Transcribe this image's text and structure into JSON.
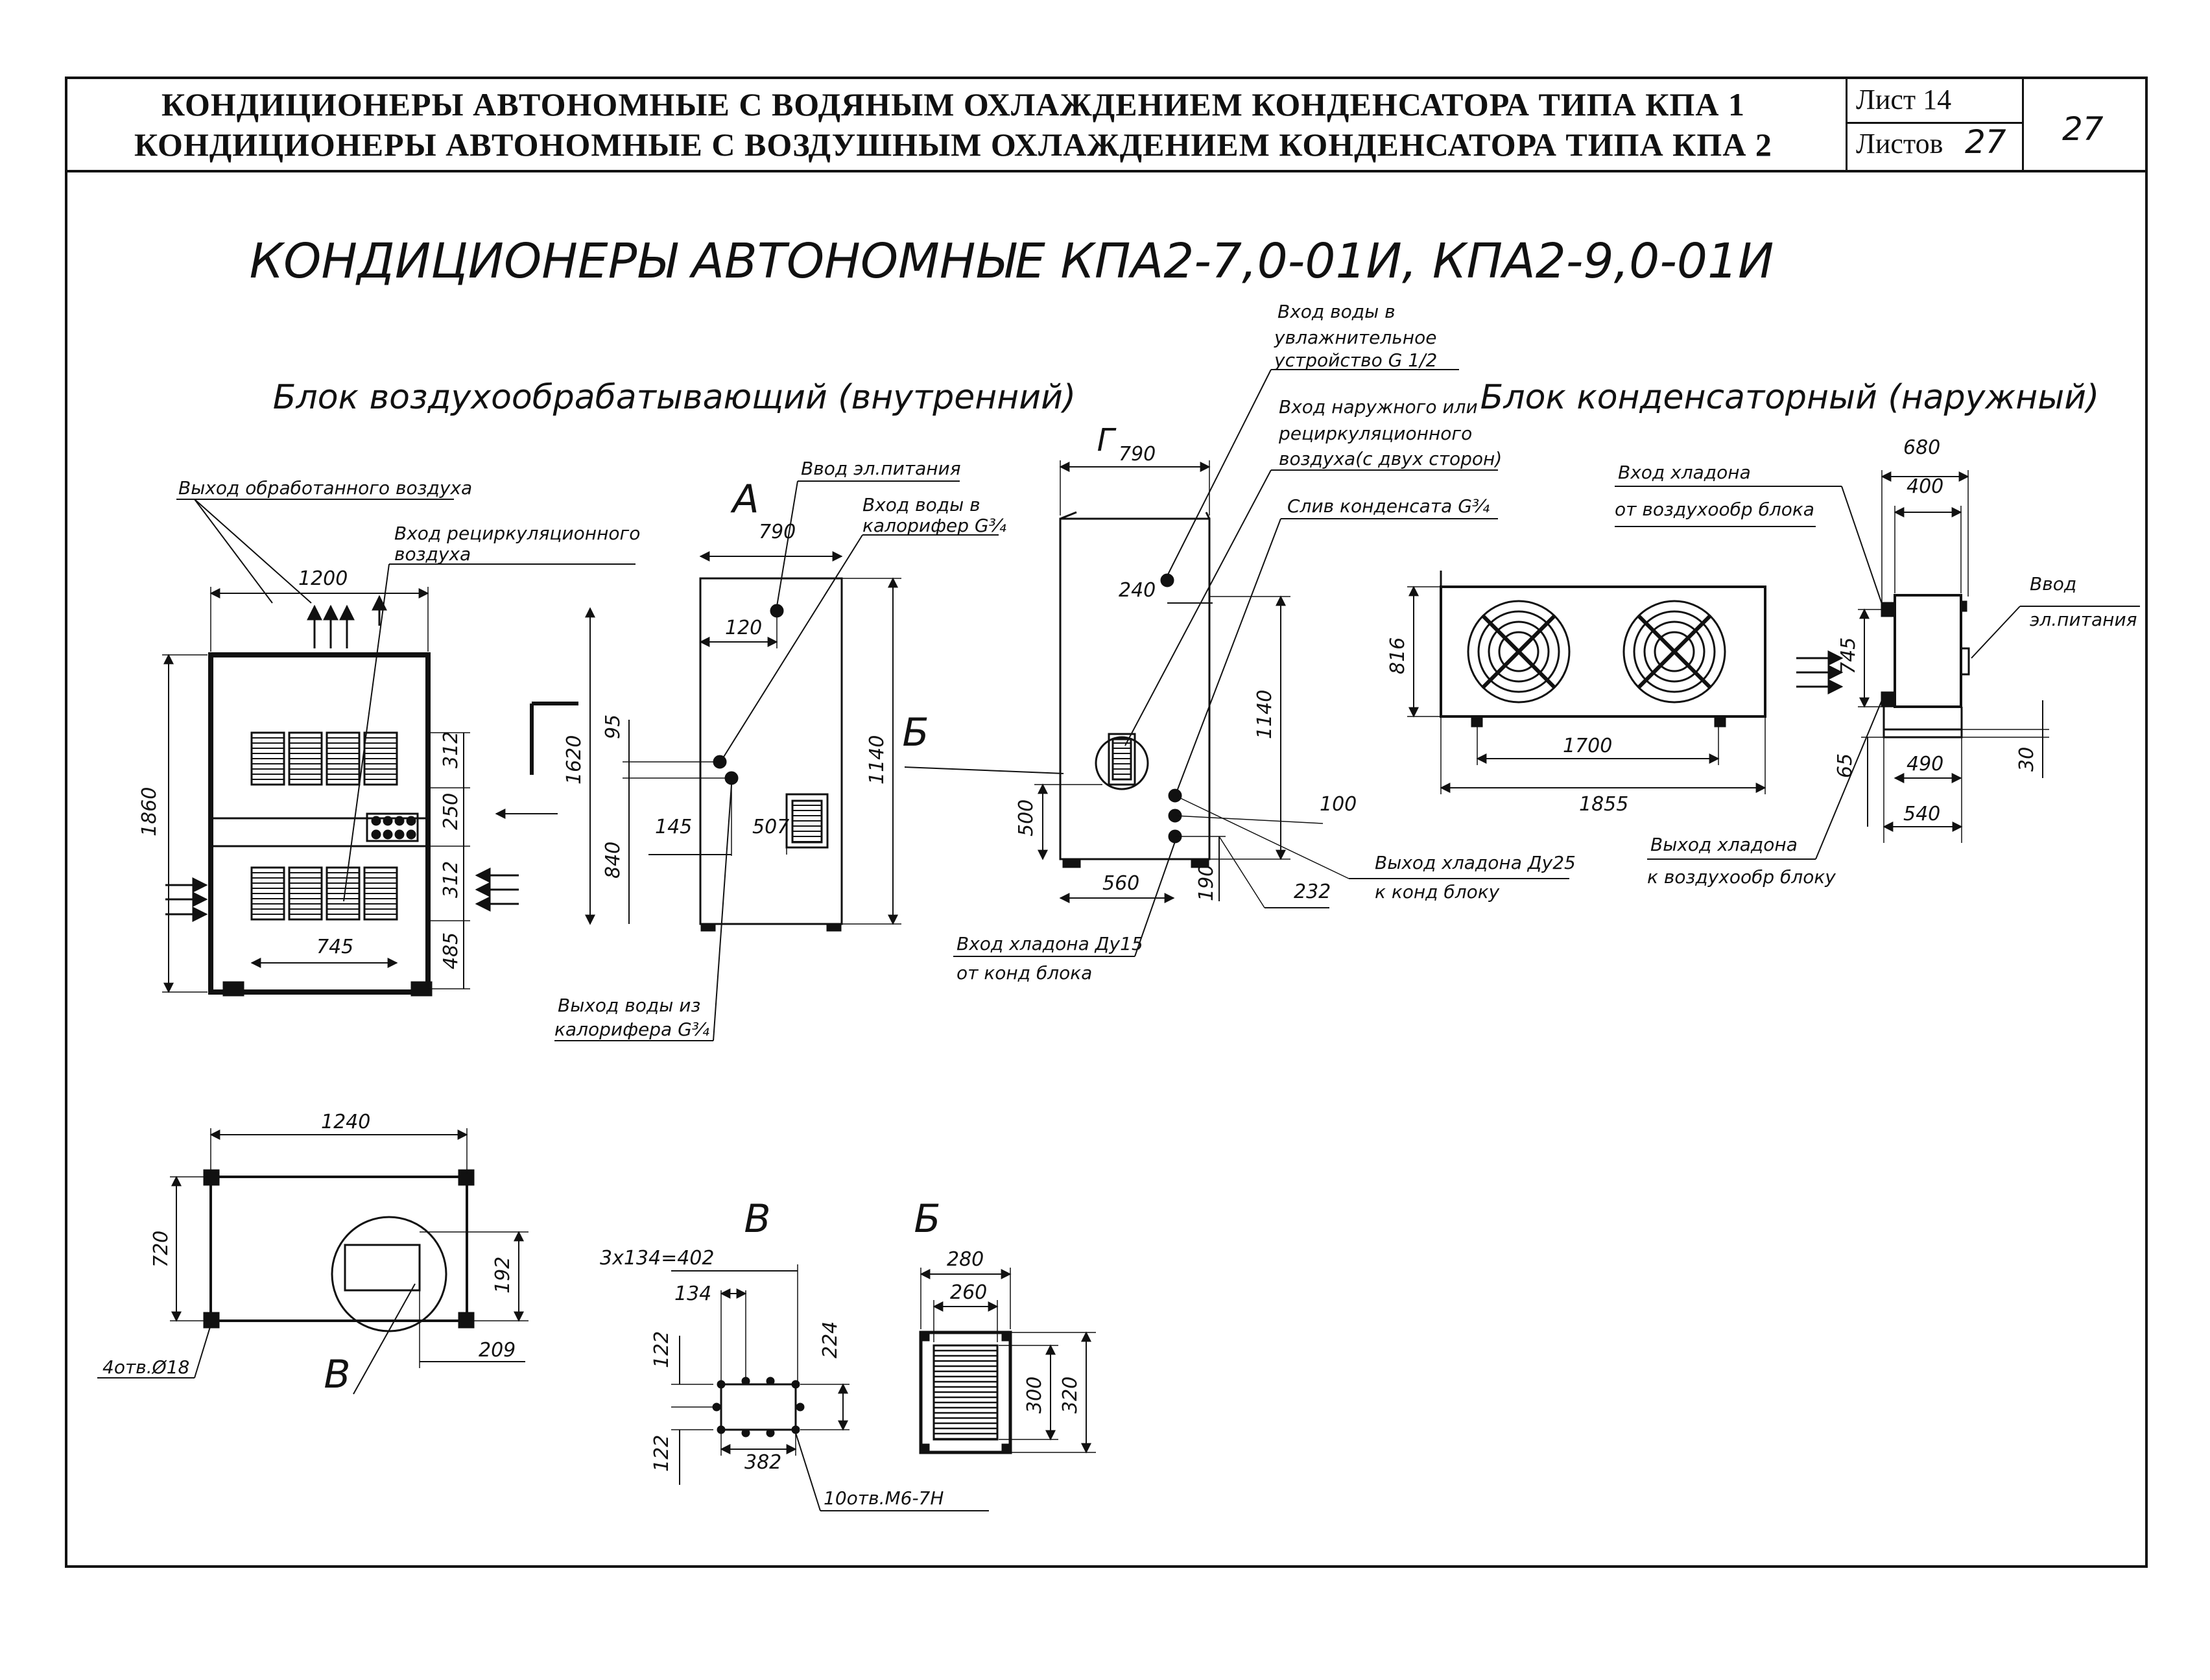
{
  "header": {
    "title_line1": "КОНДИЦИОНЕРЫ АВТОНОМНЫЕ С ВОДЯНЫМ ОХЛАЖДЕНИЕМ КОНДЕНСАТОРА ТИПА КПА 1",
    "title_line2": "КОНДИЦИОНЕРЫ АВТОНОМНЫЕ С ВОЗДУШНЫМ ОХЛАЖДЕНИЕМ КОНДЕНСАТОРА ТИПА КПА 2",
    "sheet_label": "Лист 14",
    "sheets_label": "Листов",
    "sheets_value": "27",
    "page_number": "27"
  },
  "drawing": {
    "main_title": "КОНДИЦИОНЕРЫ АВТОНОМНЫЕ КПА2-7,0-01И, КПА2-9,0-01И",
    "indoor_block_title": "Блок воздухообрабатывающий (внутренний)",
    "outdoor_block_title": "Блок конденсаторный (наружный)",
    "view_labels": {
      "a": "А",
      "b": "Б",
      "v": "В",
      "g": "Г"
    },
    "notes": {
      "air_out": "Выход обработанного воздуха",
      "recirc_in_1": "Вход рециркуляционного",
      "recirc_in_2": "воздуха",
      "power_in": "Ввод эл.питания",
      "water_in_1": "Вход воды в",
      "water_in_2": "калорифер G¾",
      "water_out_1": "Выход воды из",
      "water_out_2": "калорифера G¾",
      "humid_1": "Вход воды в",
      "humid_2": "увлажнительное",
      "humid_3": "устройство G 1/2",
      "outside_air_1": "Вход наружного или",
      "outside_air_2": "рециркуляционного",
      "outside_air_3": "воздуха(с двух сторон)",
      "condensate": "Слив конденсата G¾",
      "freon_out_1": "Выход хладона Ду25",
      "freon_out_2": "к конд блоку",
      "freon_in_1": "Вход хладона Ду15",
      "freon_in_2": "от конд блока",
      "cond_freon_in_1": "Вход хладона",
      "cond_freon_in_2": "от воздухообр блока",
      "cond_power_1": "Ввод",
      "cond_power_2": "эл.питания",
      "cond_freon_out_1": "Выход хладона",
      "cond_freon_out_2": "к воздухообр блоку",
      "holes_frame": "4отв.Ø18",
      "holes_flange": "10отв.М6-7Н"
    },
    "dims": {
      "d1200": "1200",
      "d1860": "1860",
      "d312a": "312",
      "d250": "250",
      "d312b": "312",
      "d485": "485",
      "d745a": "745",
      "d790a": "790",
      "d120": "120",
      "d95": "95",
      "d1620": "1620",
      "d840": "840",
      "d145": "145",
      "d507": "507",
      "d1140a": "1140",
      "d790b": "790",
      "d240": "240",
      "d1140b": "1140",
      "d500": "500",
      "d560": "560",
      "d190": "190",
      "d100": "100",
      "d232": "232",
      "d680": "680",
      "d400": "400",
      "d816": "816",
      "d1700": "1700",
      "d1855": "1855",
      "d745b": "745",
      "d65": "65",
      "d490": "490",
      "d540": "540",
      "d30": "30",
      "d1240": "1240",
      "d720": "720",
      "d192": "192",
      "d209": "209",
      "d3x134": "3x134=402",
      "d134": "134",
      "d122a": "122",
      "d224": "224",
      "d122b": "122",
      "d382": "382",
      "d280": "280",
      "d260": "260",
      "d300": "300",
      "d320": "320"
    }
  }
}
